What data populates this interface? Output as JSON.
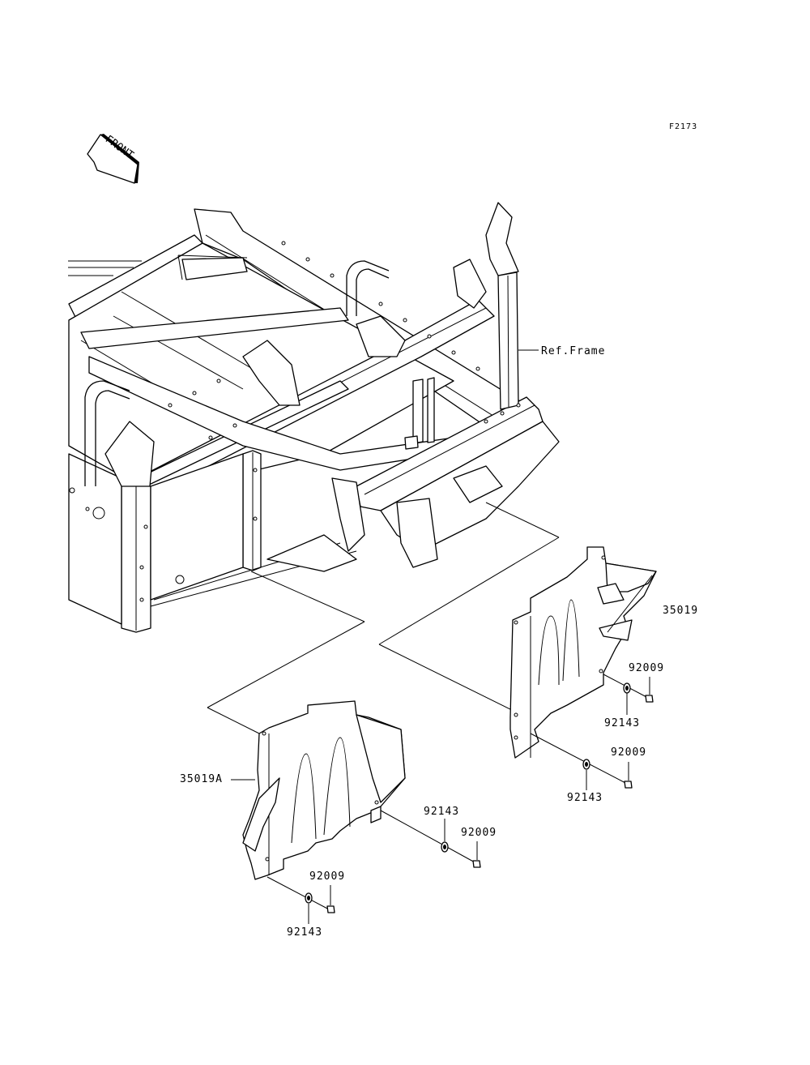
{
  "diagram": {
    "figure_code": "F2173",
    "front_label": "FRONT",
    "labels": {
      "ref_frame": "Ref.Frame",
      "p35019": "35019",
      "p35019a": "35019A",
      "r_92009_a": "92009",
      "r_92143_a": "92143",
      "r_92009_b": "92009",
      "r_92143_b": "92143",
      "l_92143_a": "92143",
      "l_92009_a": "92009",
      "l_92009_b": "92009",
      "l_92143_b": "92143"
    }
  }
}
